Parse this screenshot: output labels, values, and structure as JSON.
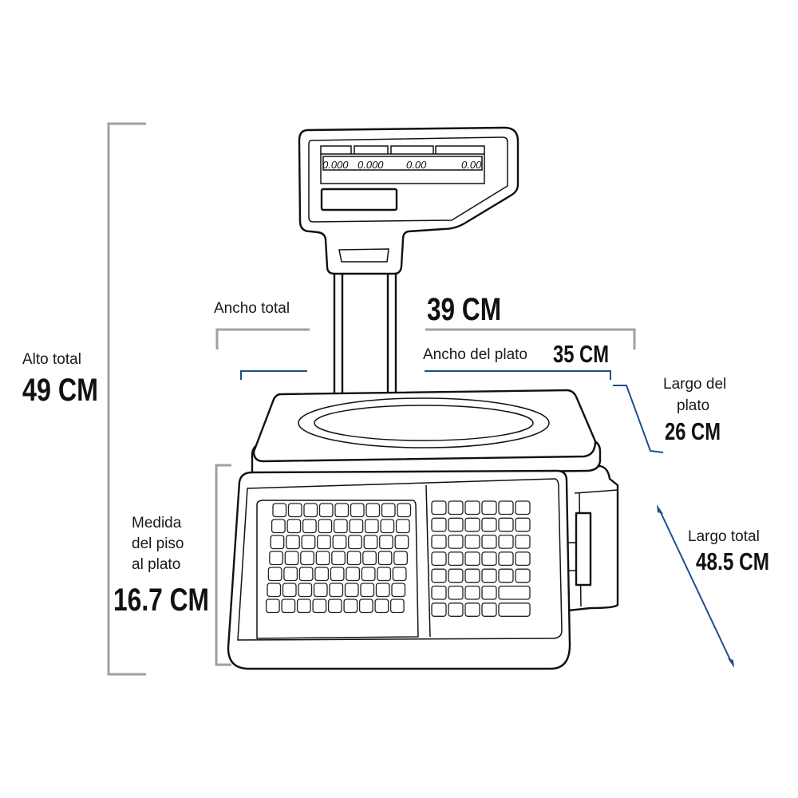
{
  "colors": {
    "accent": "#1f4e8c",
    "bracket": "#a0a0a0",
    "outline": "#111111"
  },
  "display": {
    "readouts": [
      "0.000",
      "0.000",
      "0.00",
      "0.00"
    ]
  },
  "dimensions": {
    "alto_total": {
      "label": "Alto total",
      "value": "49 CM"
    },
    "ancho_total": {
      "label": "Ancho total",
      "value": "39 CM"
    },
    "ancho_plato": {
      "label": "Ancho del plato",
      "value": "35 CM"
    },
    "largo_plato": {
      "label_line1": "Largo del",
      "label_line2": "plato",
      "value": "26 CM"
    },
    "largo_total": {
      "label": "Largo total",
      "value": "48.5 CM"
    },
    "medida_piso": {
      "label_line1": "Medida",
      "label_line2": "del piso",
      "label_line3": "al plato",
      "value": "16.7 CM"
    }
  }
}
